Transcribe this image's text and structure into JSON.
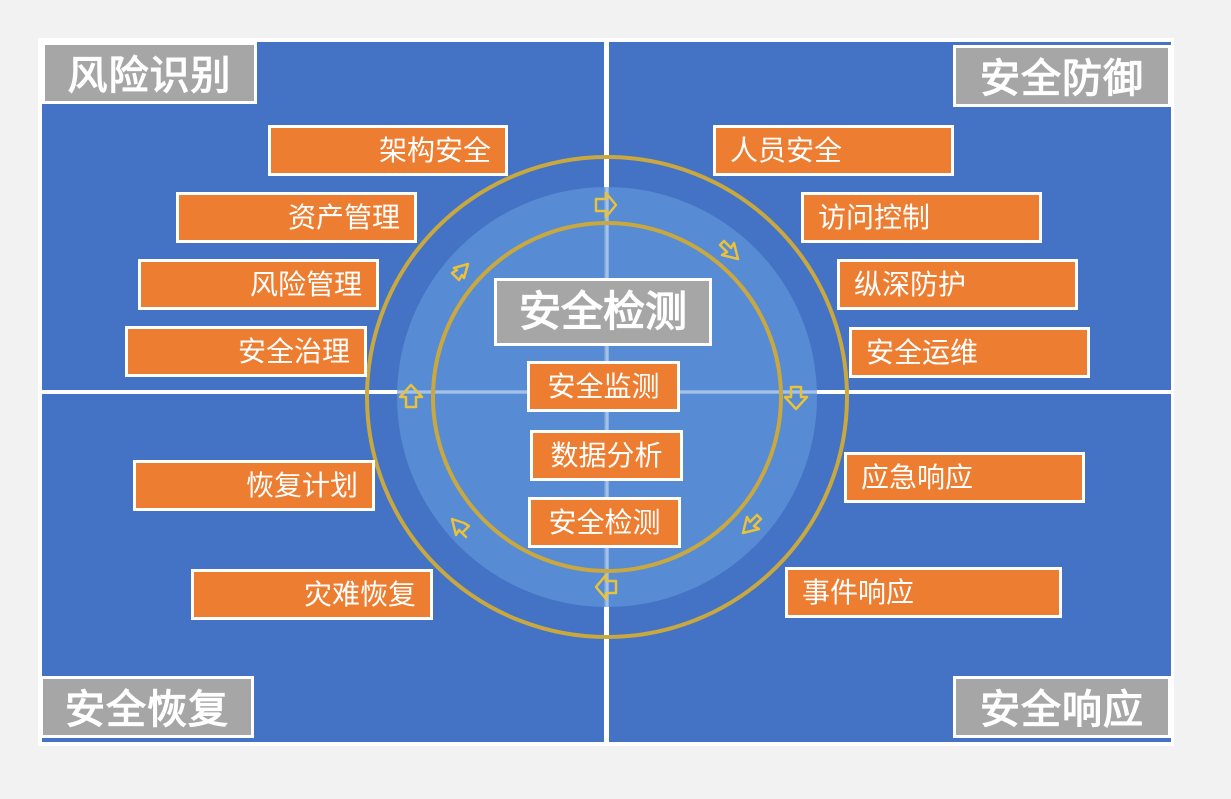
{
  "quadrants": {
    "risk_identification": {
      "title": "风险识别",
      "items": [
        "架构安全",
        "资产管理",
        "风险管理",
        "安全治理"
      ]
    },
    "security_defense": {
      "title": "安全防御",
      "items": [
        "人员安全",
        "访问控制",
        "纵深防护",
        "安全运维"
      ]
    },
    "security_recovery": {
      "title": "安全恢复",
      "items": [
        "恢复计划",
        "灾难恢复"
      ]
    },
    "security_response": {
      "title": "安全响应",
      "items": [
        "应急响应",
        "事件响应"
      ]
    }
  },
  "center": {
    "title": "安全检测",
    "items": [
      "安全监测",
      "数据分析",
      "安全检测"
    ]
  },
  "colors": {
    "quadrant_blue": "#4472c4",
    "box_orange": "#ed7d31",
    "label_gray": "#a6a6a6",
    "ring_gold": "#c9a93f",
    "inner_disc": "#5b8fd6"
  }
}
